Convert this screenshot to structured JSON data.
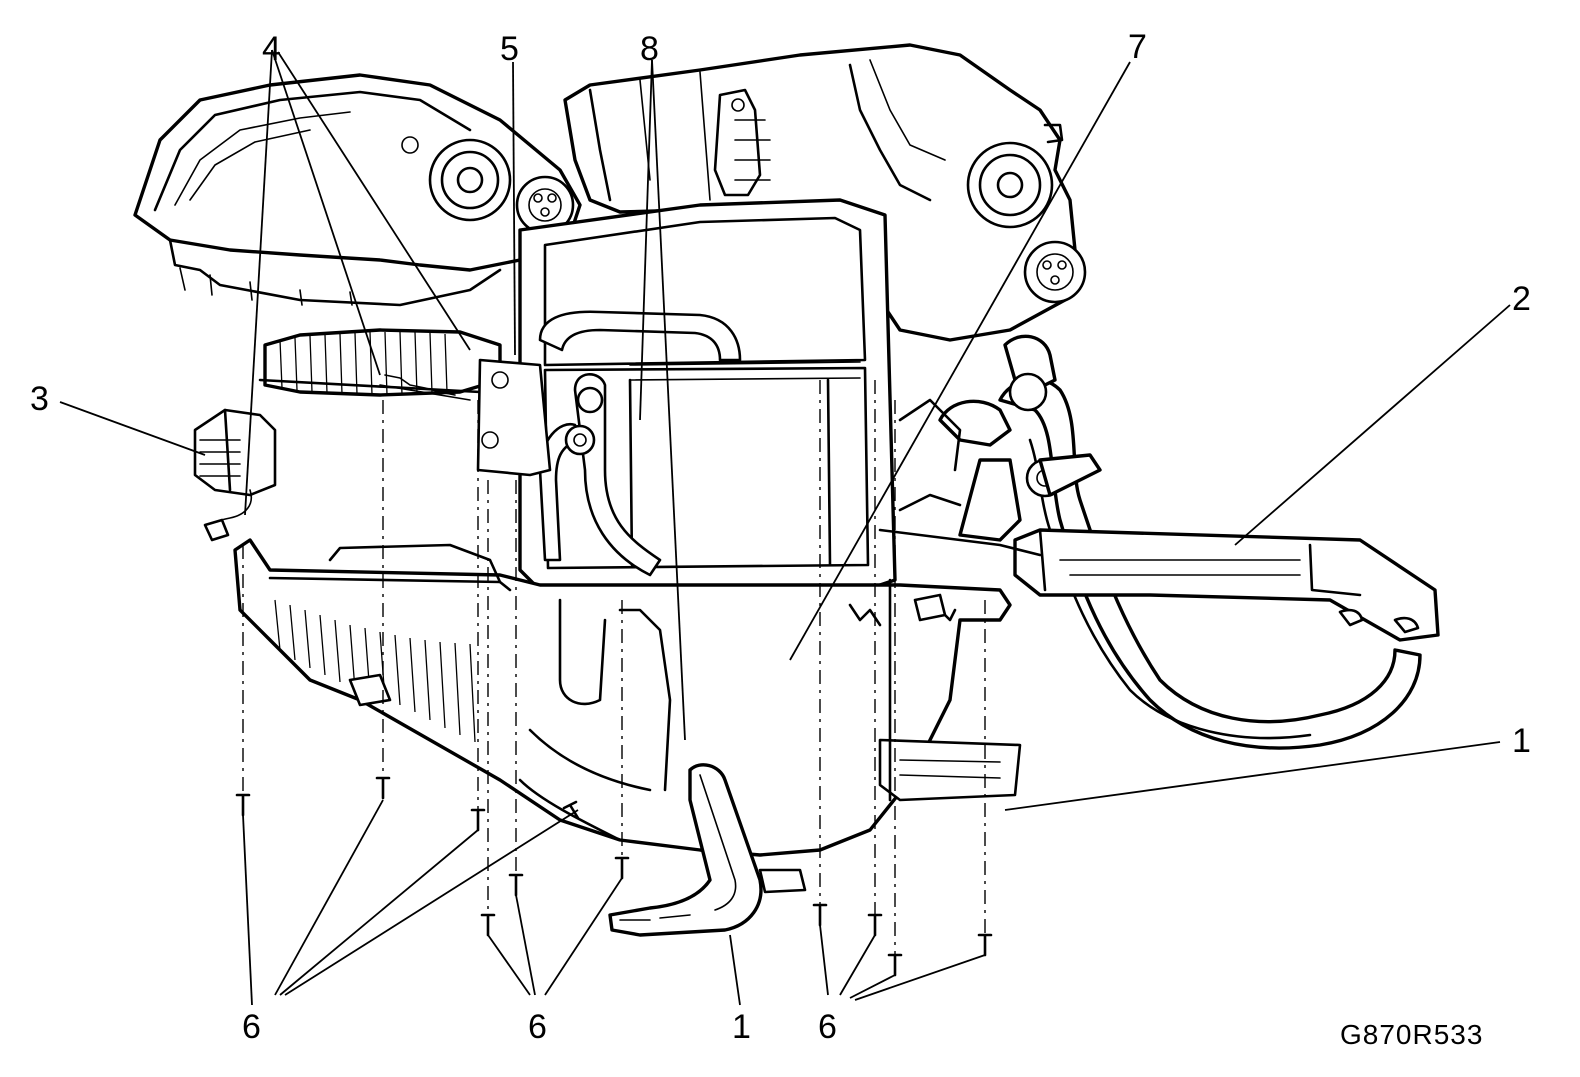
{
  "callouts": {
    "c1_right": "1",
    "c1_bottom": "1",
    "c2": "2",
    "c3": "3",
    "c4": "4",
    "c5": "5",
    "c6_left": "6",
    "c6_mid": "6",
    "c6_right": "6",
    "c7": "7",
    "c8": "8"
  },
  "figure_code": "G870R533"
}
